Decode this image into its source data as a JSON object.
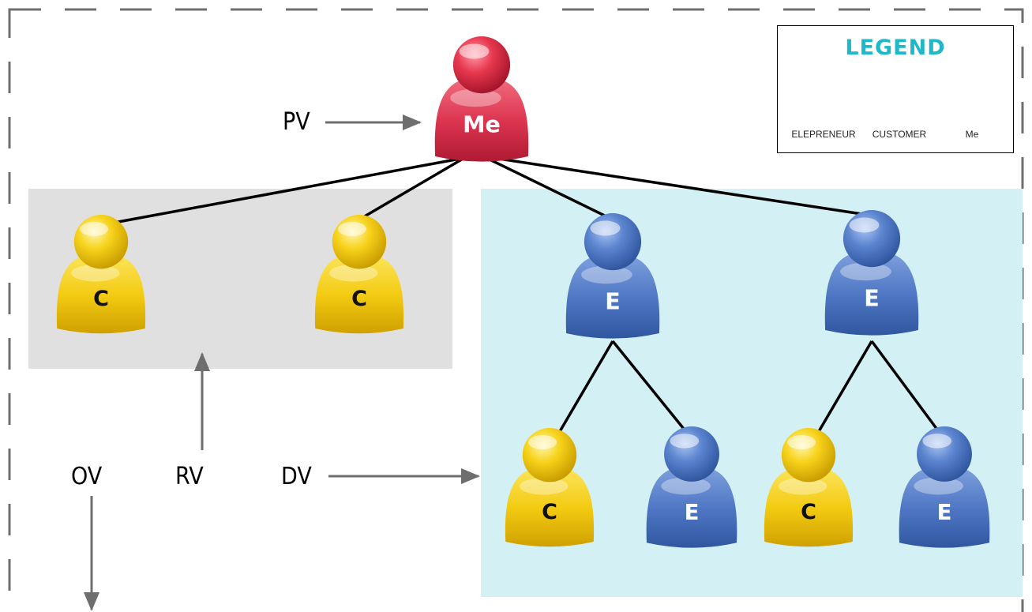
{
  "labels": {
    "pv": "PV",
    "ov": "OV",
    "rv": "RV",
    "dv": "DV"
  },
  "legend": {
    "title": "LEGEND",
    "items": [
      {
        "caption": "ELEPRENEUR",
        "color": "#4a76c8"
      },
      {
        "caption": "CUSTOMER",
        "color": "#f5c800"
      },
      {
        "caption": "Me",
        "color": "#e02c48"
      }
    ]
  },
  "nodes": {
    "me": "Me",
    "c1": "C",
    "c2": "C",
    "e1": "E",
    "e2": "E",
    "c3": "C",
    "e3": "E",
    "c4": "C",
    "e4": "E"
  },
  "colors": {
    "customer_group_bg": "#e0e0e0",
    "downline_group_bg": "#d3f1f5",
    "border_dash": "#6e6e6e",
    "arrow": "#6e6e6e",
    "legend_title": "#1fb8c8"
  }
}
